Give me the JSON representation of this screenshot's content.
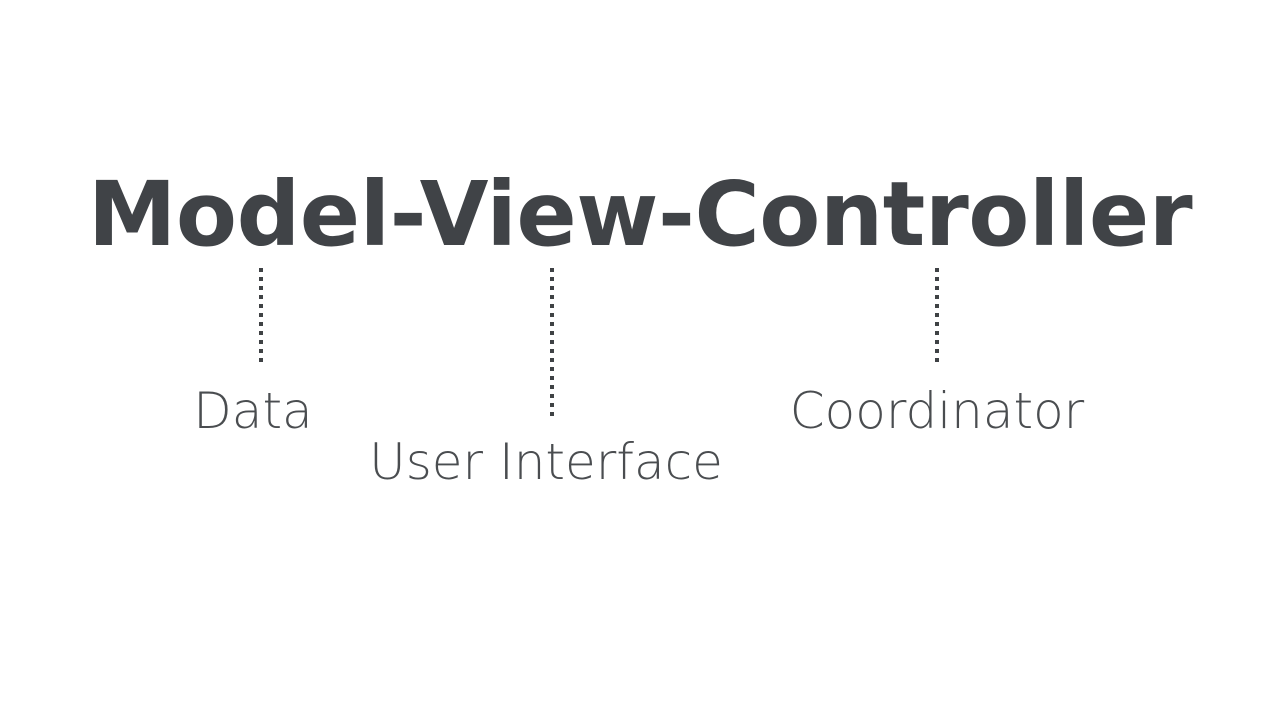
{
  "slide": {
    "background_color": "#ffffff",
    "title": {
      "text": "Model-View-Controller",
      "color": "#404347"
    },
    "annotations": [
      {
        "id": "model",
        "term": "Model",
        "label": "Data",
        "color": "#4a4d50",
        "leader_color": "#3f4245"
      },
      {
        "id": "view",
        "term": "View",
        "label": "User Interface",
        "color": "#4a4d50",
        "leader_color": "#3f4245"
      },
      {
        "id": "controller",
        "term": "Controller",
        "label": "Coordinator",
        "color": "#4a4d50",
        "leader_color": "#3f4245"
      }
    ]
  }
}
